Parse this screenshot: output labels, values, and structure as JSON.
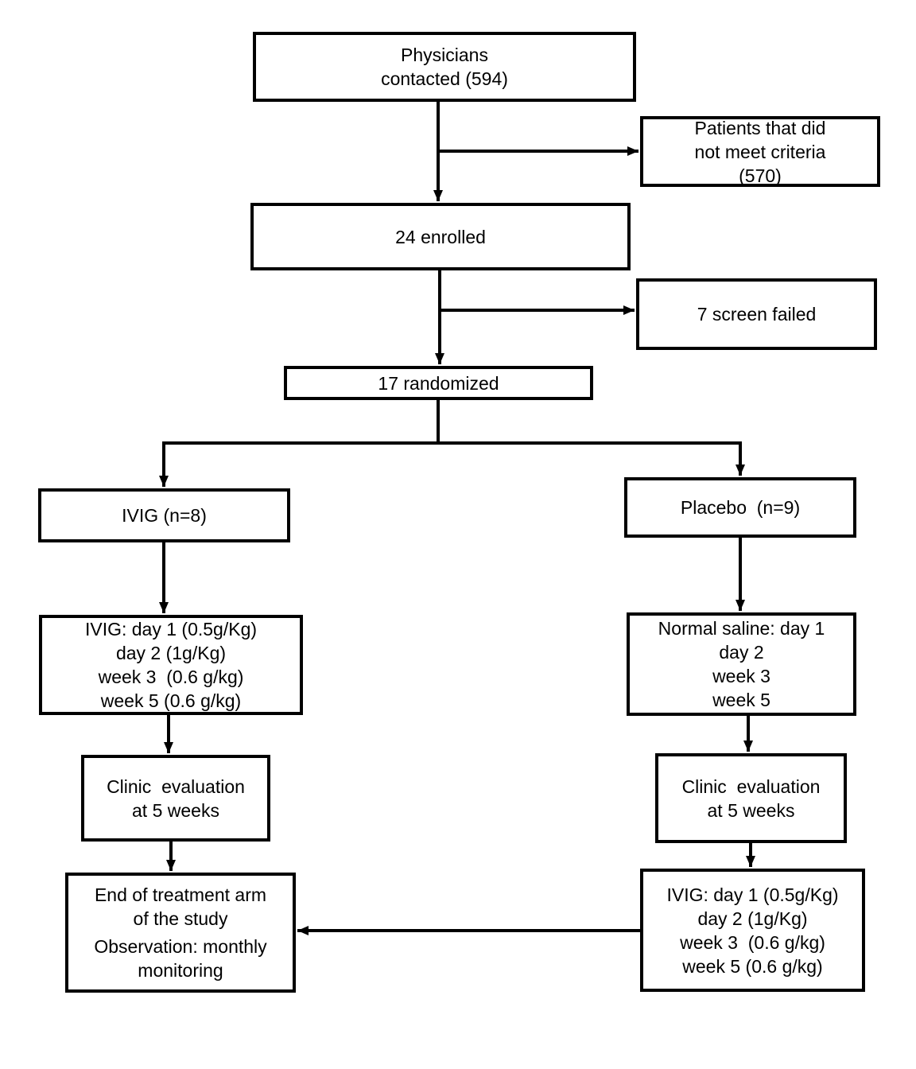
{
  "colors": {
    "background": "#ffffff",
    "box_border": "#000000",
    "text": "#000000",
    "arrow": "#000000"
  },
  "boxes": {
    "physicians": {
      "text": "Physicians\ncontacted (594)"
    },
    "not_meet_criteria": {
      "text": "Patients that did\nnot meet criteria\n(570)"
    },
    "enrolled": {
      "text": "24 enrolled"
    },
    "screen_failed": {
      "text": "7 screen failed"
    },
    "randomized": {
      "text": "17 randomized"
    },
    "ivig_arm": {
      "text": "IVIG (n=8)"
    },
    "placebo_arm": {
      "text": "Placebo  (n=9)"
    },
    "ivig_dosing": {
      "text": "IVIG: day 1 (0.5g/Kg)\nday 2 (1g/Kg)\nweek 3  (0.6 g/kg)\nweek 5 (0.6 g/kg)"
    },
    "saline_dosing": {
      "text": "Normal saline: day 1\nday 2\nweek 3\nweek 5"
    },
    "clinic_eval_left": {
      "text": "Clinic  evaluation\nat 5 weeks"
    },
    "clinic_eval_right": {
      "text": "Clinic  evaluation\nat 5 weeks"
    },
    "end_of_treatment": {
      "paragraph1": "End of treatment arm\nof the study",
      "paragraph2": "Observation: monthly\nmonitoring"
    },
    "ivig_dosing_final": {
      "text": "IVIG: day 1 (0.5g/Kg)\nday 2 (1g/Kg)\nweek 3  (0.6 g/kg)\nweek 5 (0.6 g/kg)"
    }
  },
  "edges": [
    {
      "from": "physicians",
      "to": "enrolled"
    },
    {
      "from": "physicians",
      "to": "not_meet_criteria"
    },
    {
      "from": "enrolled",
      "to": "randomized"
    },
    {
      "from": "enrolled",
      "to": "screen_failed"
    },
    {
      "from": "randomized",
      "to": "ivig_arm"
    },
    {
      "from": "randomized",
      "to": "placebo_arm"
    },
    {
      "from": "ivig_arm",
      "to": "ivig_dosing"
    },
    {
      "from": "ivig_dosing",
      "to": "clinic_eval_left"
    },
    {
      "from": "clinic_eval_left",
      "to": "end_of_treatment"
    },
    {
      "from": "placebo_arm",
      "to": "saline_dosing"
    },
    {
      "from": "saline_dosing",
      "to": "clinic_eval_right"
    },
    {
      "from": "clinic_eval_right",
      "to": "ivig_dosing_final"
    },
    {
      "from": "ivig_dosing_final",
      "to": "end_of_treatment"
    }
  ]
}
